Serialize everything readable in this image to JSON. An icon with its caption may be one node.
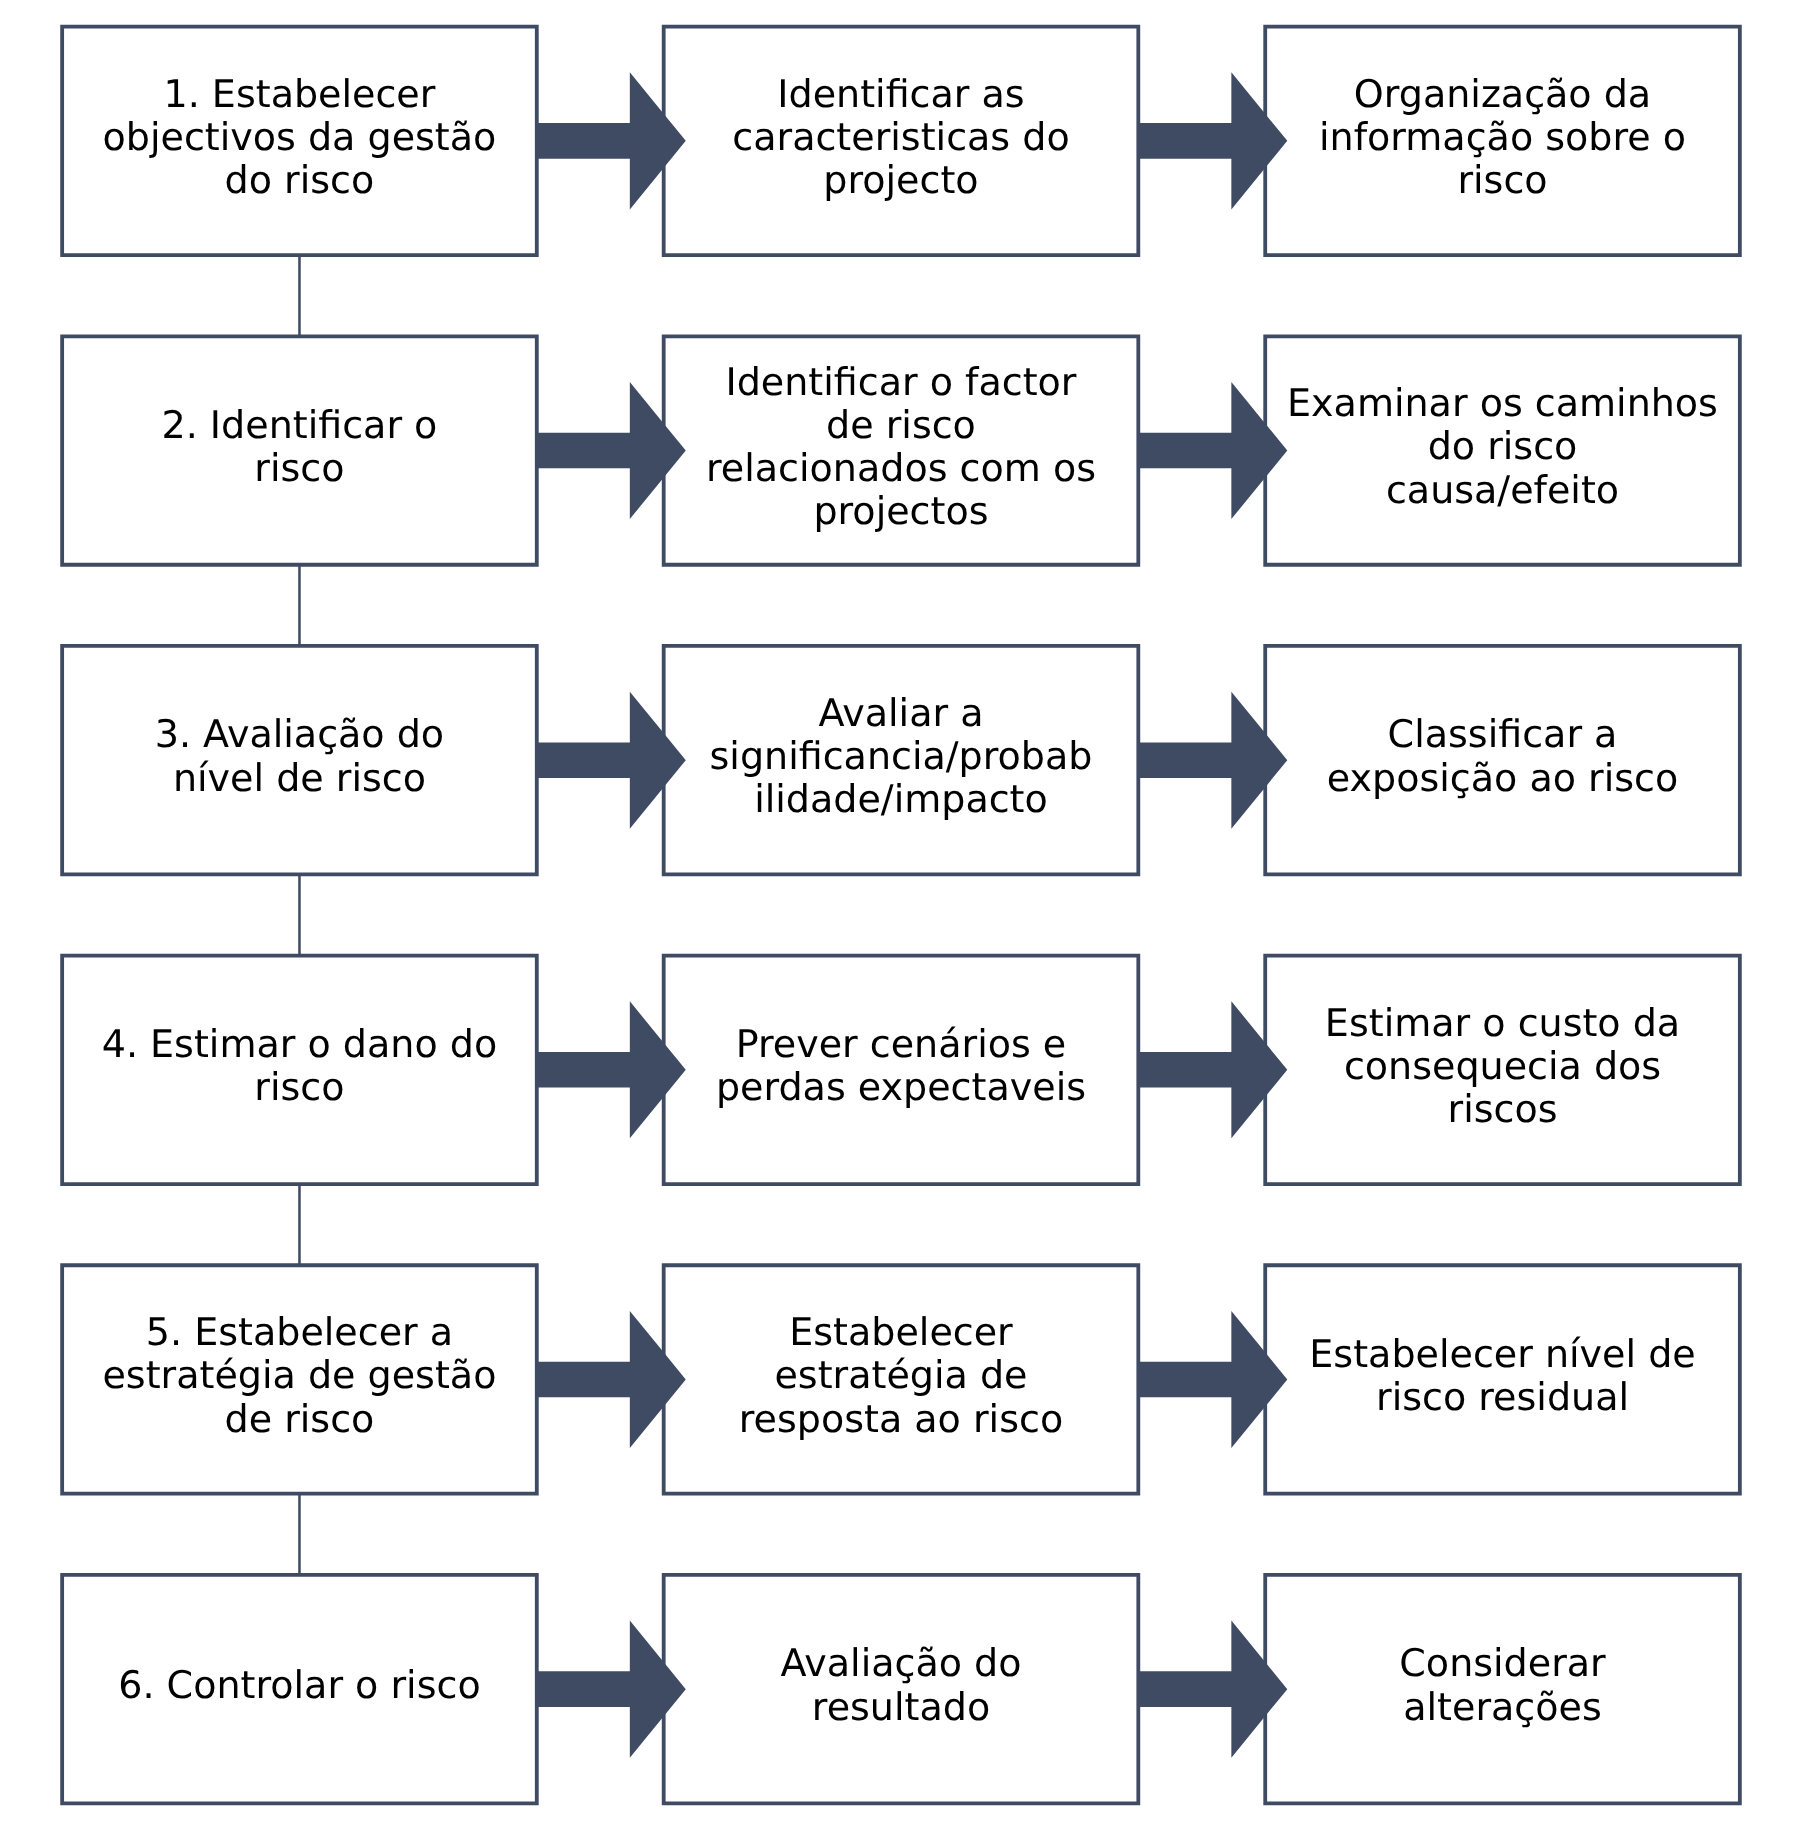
{
  "diagram": {
    "nodes": [
      {
        "text": [
          "1. Estabelecer objectivos da gestão do risco"
        ]
      },
      {
        "text": [
          "Identificar as caracteristicas do projecto"
        ]
      },
      {
        "text": [
          "Organização da informação sobre o risco"
        ]
      },
      {
        "text": [
          "2. Identificar o risco"
        ]
      },
      {
        "text": [
          "Identificar o factor de risco relacionados com os projectos"
        ]
      },
      {
        "text": [
          "Examinar os caminhos do risco causa/efeito"
        ]
      },
      {
        "text": [
          "3. Avaliação do nível de risco"
        ]
      },
      {
        "text": [
          "Avaliar a significancia/probabilidade/impacto"
        ]
      },
      {
        "text": [
          "Classificar a exposição ao risco"
        ]
      },
      {
        "text": [
          "4. Estimar o dano do risco"
        ]
      },
      {
        "text": [
          "Prever cenários e perdas expectaveis"
        ]
      },
      {
        "text": [
          "Estimar o custo da consequecia dos riscos"
        ]
      },
      {
        "text": [
          "5. Estabelecer a estratégia de gestão de risco"
        ]
      },
      {
        "text": [
          "Estabelecer estratégia de resposta ao risco"
        ]
      },
      {
        "text": [
          "Estabelecer nível de risco residual"
        ]
      },
      {
        "text": [
          "6. Controlar o risco"
        ]
      },
      {
        "text": [
          "Avaliação do resultado"
        ]
      },
      {
        "text": [
          "Considerar alterações"
        ]
      }
    ],
    "edges": [
      {
        "from": 0,
        "to": 1,
        "arrow": "to"
      },
      {
        "from": 1,
        "to": 2,
        "arrow": "to"
      },
      {
        "from": 0,
        "to": 3,
        "arrow": "none"
      },
      {
        "from": 3,
        "to": 4,
        "arrow": "to"
      },
      {
        "from": 4,
        "to": 5,
        "arrow": "to"
      },
      {
        "from": 3,
        "to": 6,
        "arrow": "none"
      },
      {
        "from": 6,
        "to": 7,
        "arrow": "to"
      },
      {
        "from": 7,
        "to": 8,
        "arrow": "to"
      },
      {
        "from": 6,
        "to": 9,
        "arrow": "none"
      },
      {
        "from": 9,
        "to": 10,
        "arrow": "to"
      },
      {
        "from": 10,
        "to": 11,
        "arrow": "to"
      },
      {
        "from": 9,
        "to": 12,
        "arrow": "none"
      },
      {
        "from": 12,
        "to": 13,
        "arrow": "to"
      },
      {
        "from": 13,
        "to": 14,
        "arrow": "to"
      },
      {
        "from": 12,
        "to": 15,
        "arrow": "none"
      },
      {
        "from": 15,
        "to": 16,
        "arrow": "to"
      },
      {
        "from": 16,
        "to": 17,
        "arrow": "to"
      }
    ]
  }
}
